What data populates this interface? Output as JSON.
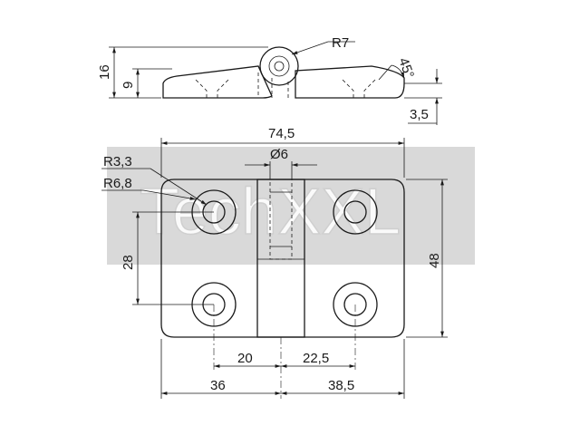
{
  "watermark": {
    "text": "TechXXL",
    "box_color": "#d9d9d9"
  },
  "side_view": {
    "dim_height_total": "16",
    "dim_height_body": "9",
    "dim_knuckle_radius": "R7",
    "dim_chamfer_angle": "45°",
    "dim_plate_thickness": "3,5"
  },
  "top_view": {
    "dim_overall_width": "74,5",
    "dim_pin_diameter": "Ø6",
    "dim_hole_radius": "R3,3",
    "dim_countersink_radius": "R6,8",
    "dim_hole_spacing_vertical": "28",
    "dim_overall_height": "48",
    "dim_hole_offset_left": "20",
    "dim_hole_offset_right": "22,5",
    "dim_half_left": "36",
    "dim_half_right": "38,5"
  },
  "colors": {
    "ink": "#1a1a1a",
    "background": "#ffffff"
  }
}
